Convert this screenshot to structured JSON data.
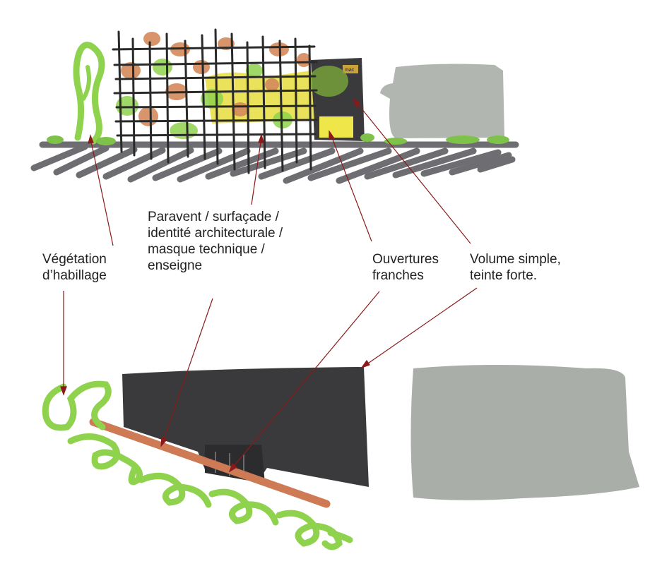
{
  "labels": {
    "vegetation": [
      "Végétation",
      "d’habillage"
    ],
    "paravent": [
      "Paravent / surfaçade /",
      "identité architecturale /",
      "masque technique /",
      "enseigne"
    ],
    "ouvertures": [
      "Ouvertures",
      "franches"
    ],
    "volume": [
      "Volume simple,",
      "teinte forte."
    ]
  },
  "sign_text": "mac",
  "colors": {
    "annotation_line": "#8a1a1a",
    "vegetation": "#8fd24e",
    "grid": "#2a2a2a",
    "dark_volume": "#3a3a3d",
    "grey_volume": "#a9aea9",
    "opening_yellow": "#efe64a",
    "orange": "#d48a5c",
    "ground": "#55555a"
  }
}
